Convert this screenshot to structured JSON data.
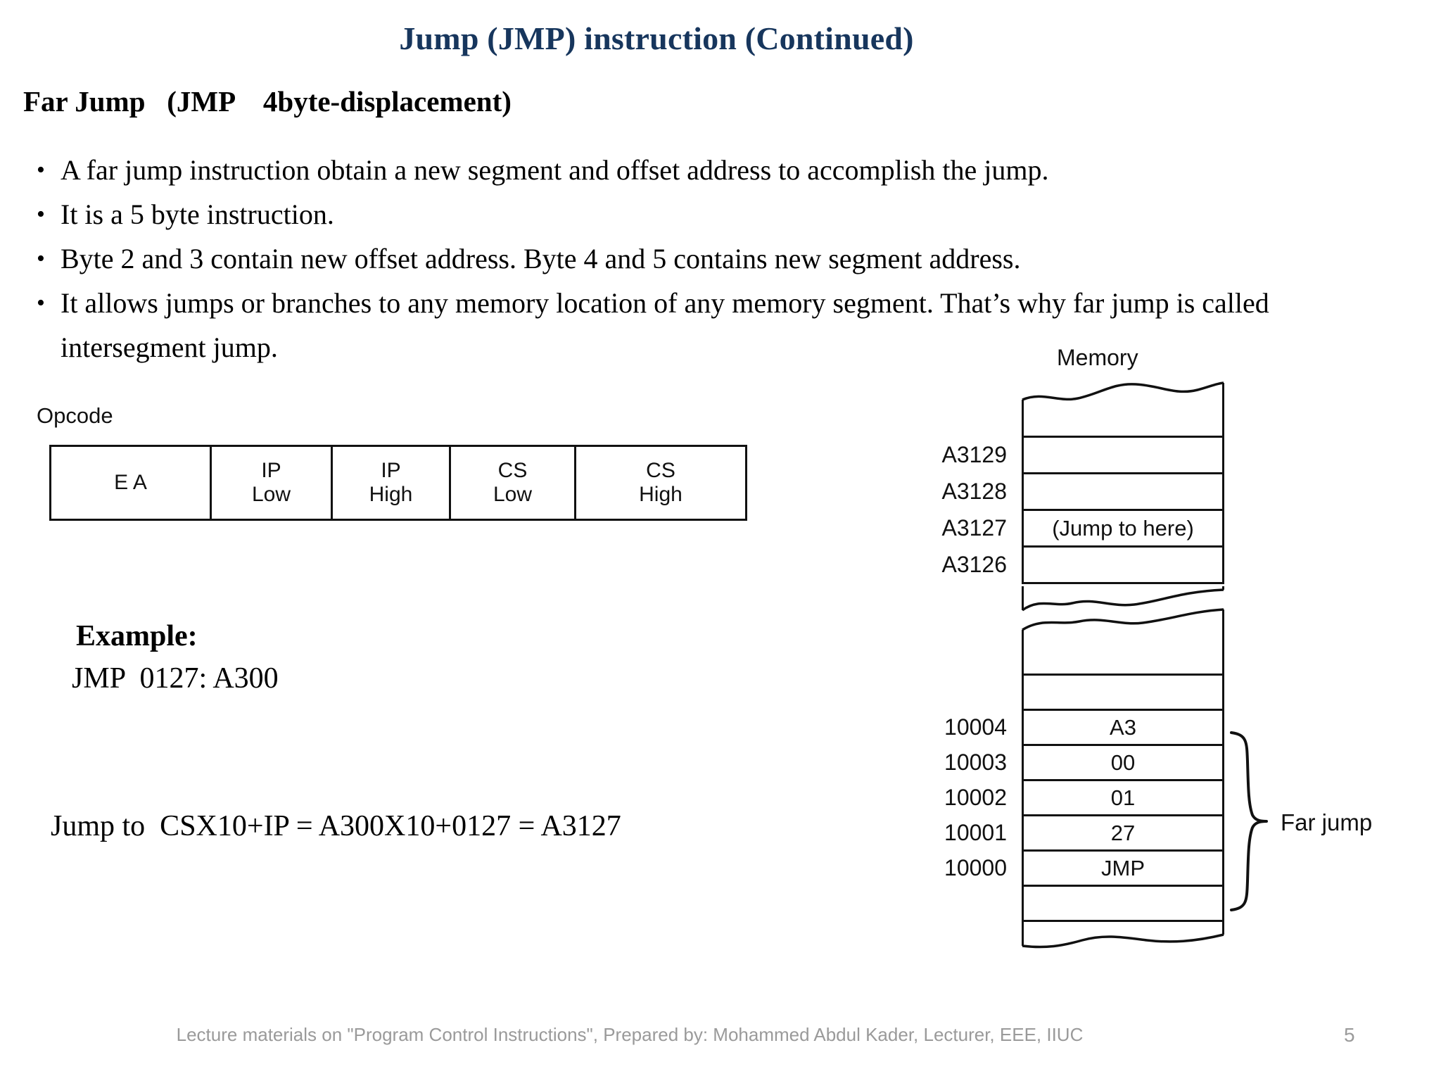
{
  "slide": {
    "title": "Jump (JMP) instruction (Continued)",
    "title_color": "#17365D",
    "subheading": "Far Jump   (JMP    4byte-displacement)",
    "page_number": "5",
    "footer": "Lecture materials on \"Program Control Instructions\", Prepared by: Mohammed Abdul Kader, Lecturer, EEE, IIUC"
  },
  "bullets": [
    "A far jump instruction obtain a new segment and offset address to accomplish the jump.",
    "It is a 5 byte instruction.",
    "Byte 2 and 3 contain new offset address. Byte 4 and 5 contains new segment address.",
    "It allows jumps or branches to any memory location of any memory segment. That’s why far jump is called intersegment jump."
  ],
  "bullet_marker": "•",
  "opcode_diagram": {
    "label": "Opcode",
    "cells": [
      {
        "line1": "E  A",
        "line2": ""
      },
      {
        "line1": "IP",
        "line2": "Low"
      },
      {
        "line1": "IP",
        "line2": "High"
      },
      {
        "line1": "CS",
        "line2": "Low"
      },
      {
        "line1": "CS",
        "line2": "High"
      }
    ]
  },
  "example": {
    "heading": "Example:",
    "code": "JMP  0127: A300",
    "equation": "Jump to  CSX10+IP = A300X10+0127 = A3127"
  },
  "memory_diagram": {
    "title": "Memory",
    "brace_label": "Far jump",
    "upper_block": [
      {
        "address": "",
        "value": ""
      },
      {
        "address": "A3129",
        "value": ""
      },
      {
        "address": "A3128",
        "value": ""
      },
      {
        "address": "A3127",
        "value": "(Jump to here)"
      },
      {
        "address": "A3126",
        "value": ""
      }
    ],
    "lower_block": [
      {
        "address": "",
        "value": ""
      },
      {
        "address": "",
        "value": ""
      },
      {
        "address": "10004",
        "value": "A3"
      },
      {
        "address": "10003",
        "value": "00"
      },
      {
        "address": "10002",
        "value": "01"
      },
      {
        "address": "10001",
        "value": "27"
      },
      {
        "address": "10000",
        "value": "JMP"
      },
      {
        "address": "",
        "value": ""
      }
    ]
  }
}
